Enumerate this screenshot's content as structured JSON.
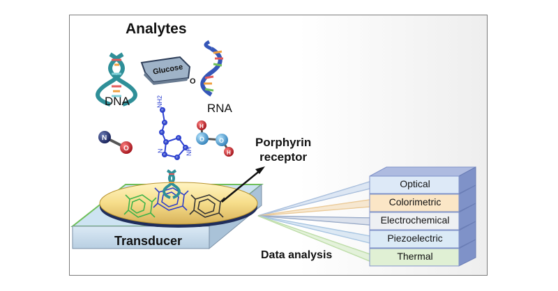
{
  "title": "Analytes",
  "analytes": {
    "dna": "DNA",
    "rna": "RNA",
    "glucose": "Glucose",
    "glucose_ring_atom": "O",
    "no_atom_n": "N",
    "no_atom_o": "O",
    "h2o2_atom_h": "H",
    "h2o2_atom_o": "O",
    "histamine_atom_n": "N",
    "histamine_atom_nh": "NH",
    "histamine_atom_nh2": "NH2"
  },
  "receptor_label_line1": "Porphyrin",
  "receptor_label_line2": "receptor",
  "transducer_label": "Transducer",
  "data_analysis_label": "Data analysis",
  "techniques": [
    "Optical",
    "Colorimetric",
    "Electrochemical",
    "Piezoelectric",
    "Thermal"
  ],
  "colors": {
    "frame_border": "#7a7a7a",
    "plate_top": "#cde3f2",
    "plate_border": "#6fbf5a",
    "disk_fill": "#f6dd8a",
    "dna_teal": "#2f8f98",
    "rna_blue": "#3556b8",
    "molecule_blue": "#2b3fd0",
    "oxygen_red": "#c01820",
    "porphyrin_green": "#3db34a",
    "porphyrin_blue": "#2f3fc8",
    "porphyrin_black": "#333333",
    "tech_band_colors": [
      "#dde9f7",
      "#fbe6c6",
      "#eef0f3",
      "#dbeaf6",
      "#e0f0d4"
    ],
    "tech_box_side": "#7f92c8"
  }
}
